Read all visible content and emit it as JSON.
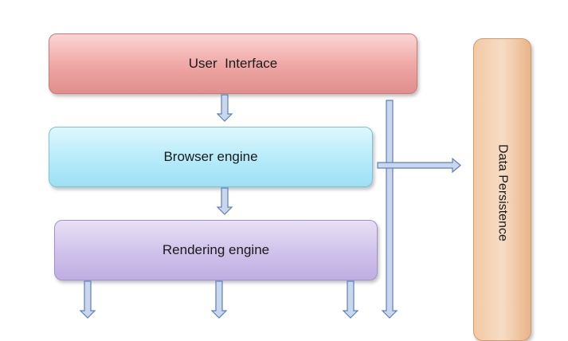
{
  "diagram": {
    "nodes": {
      "user_interface": "User  Interface",
      "browser_engine": "Browser engine",
      "rendering_engine": "Rendering engine",
      "data_persistence": "Data Persistence"
    },
    "colors": {
      "user_interface": "#eea5a3",
      "browser_engine": "#b6ebfa",
      "rendering_engine": "#cfc1ea",
      "data_persistence": "#f3c9a4",
      "arrow_fill": "#c9d6ec",
      "arrow_stroke": "#5a7fbf"
    },
    "edges": [
      {
        "from": "user_interface",
        "to": "browser_engine"
      },
      {
        "from": "browser_engine",
        "to": "rendering_engine"
      },
      {
        "from": "browser_engine",
        "to": "data_persistence"
      },
      {
        "from": "user_interface",
        "to": "offscreen-below"
      },
      {
        "from": "rendering_engine",
        "to": "offscreen-below"
      }
    ]
  }
}
